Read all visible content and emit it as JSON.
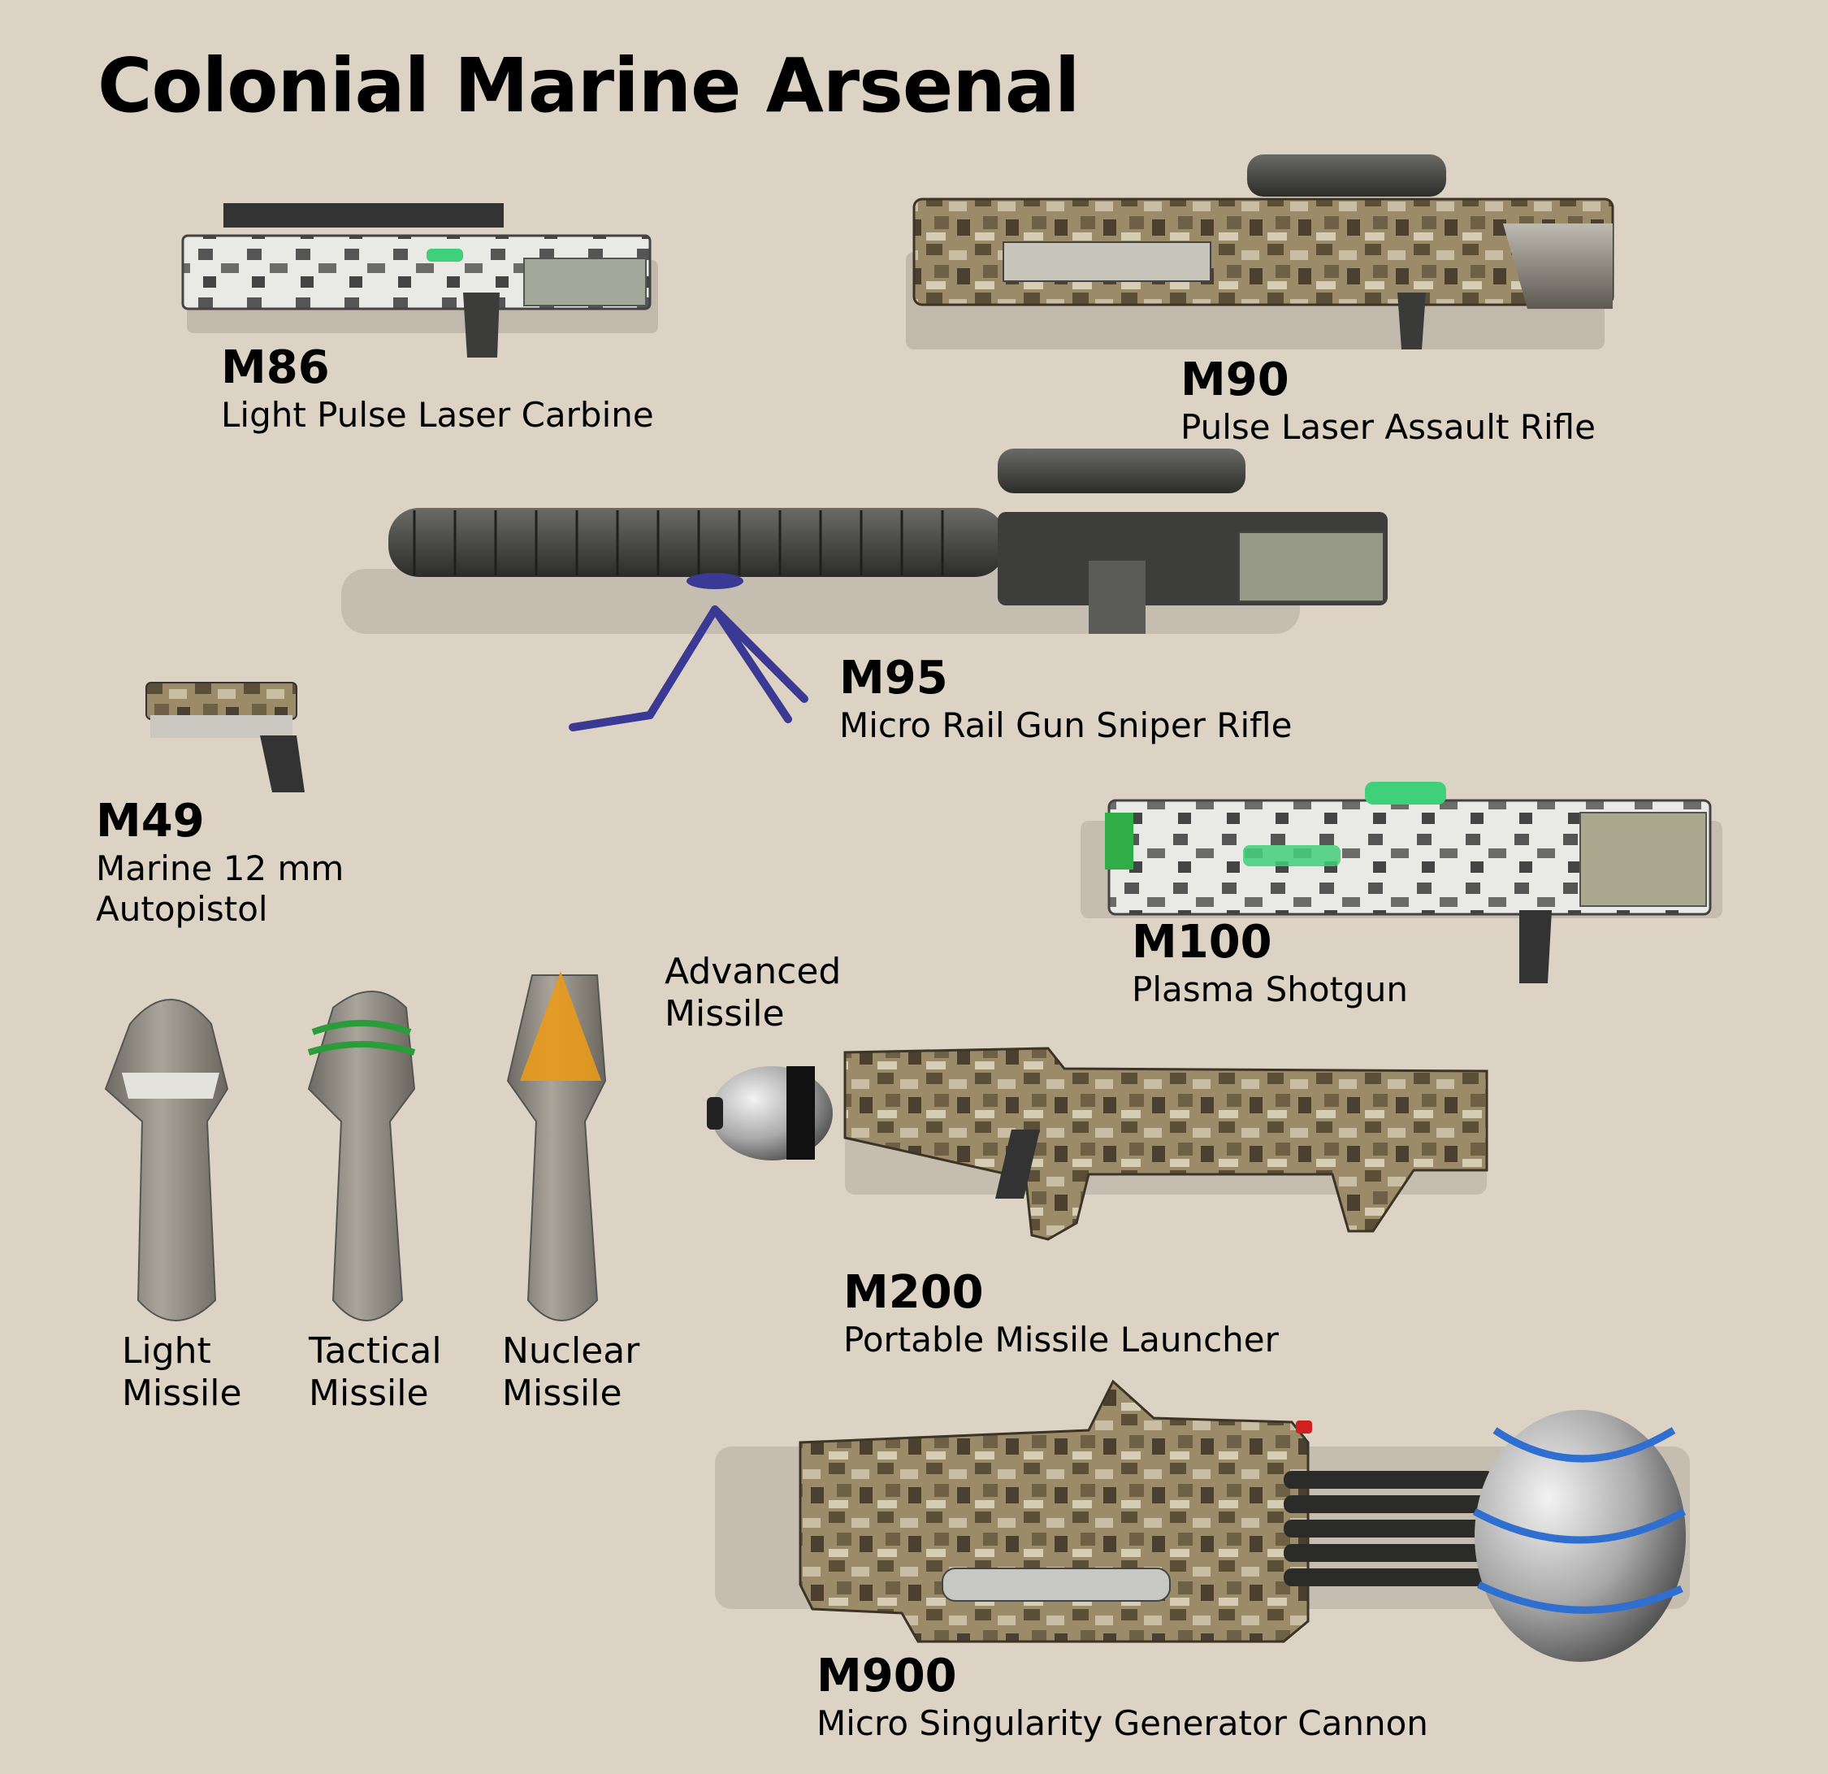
{
  "title": "Colonial Marine Arsenal",
  "weapons": [
    {
      "code": "M86",
      "name": "Light Pulse Laser Carbine"
    },
    {
      "code": "M90",
      "name": "Pulse Laser Assault Rifle"
    },
    {
      "code": "M95",
      "name": "Micro Rail Gun Sniper Rifle"
    },
    {
      "code": "M49",
      "name": "Marine 12 mm",
      "name2": "Autopistol"
    },
    {
      "code": "M100",
      "name": "Plasma Shotgun"
    },
    {
      "code": "M200",
      "name": "Portable Missile Launcher"
    },
    {
      "code": "M900",
      "name": "Micro Singularity Generator Cannon"
    }
  ],
  "missiles": [
    {
      "line1": "Light",
      "line2": "Missile"
    },
    {
      "line1": "Tactical",
      "line2": "Missile"
    },
    {
      "line1": "Nuclear",
      "line2": "Missile"
    },
    {
      "line1": "Advanced",
      "line2": "Missile"
    }
  ],
  "colors": {
    "background": "#dcd3c4",
    "camo_desert": "#8a7a5c",
    "camo_snow": "#e8e8e4",
    "accent_green": "#3fd07a",
    "accent_blue": "#2f6fd0",
    "accent_orange": "#e89a1a"
  }
}
